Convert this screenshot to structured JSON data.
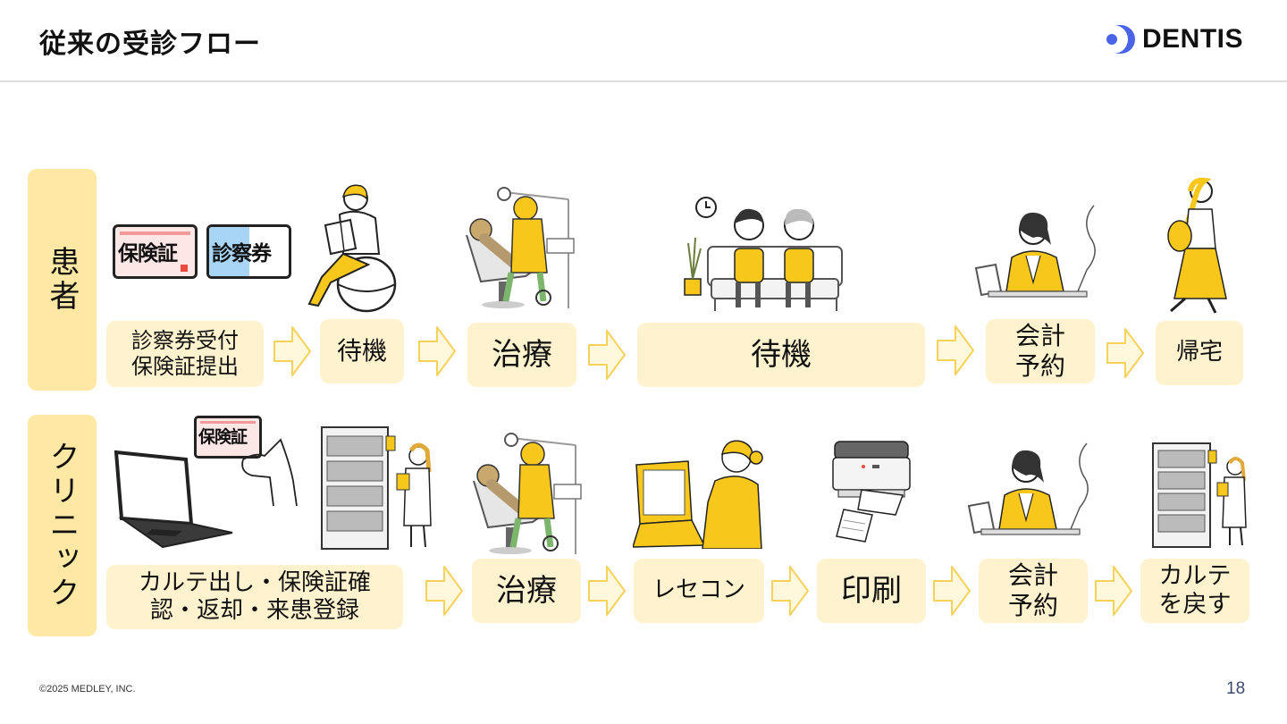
{
  "header": {
    "title": "従来の受診フロー",
    "logo_text": "DENTIS"
  },
  "patient_row": {
    "label": "患者",
    "steps": [
      "診察券受付\n保険証提出",
      "待機",
      "治療",
      "待機",
      "会計\n予約",
      "帰宅"
    ]
  },
  "clinic_row": {
    "label": "クリニック",
    "steps": [
      "カルテ出し・保険証確\n認・返却・来患登録",
      "治療",
      "レセコン",
      "印刷",
      "会計\n予約",
      "カルテ\nを戻す"
    ]
  },
  "cards": {
    "insurance": "保険証",
    "consultation": "診察券"
  },
  "icons": [
    "arrow-right-icon",
    "clock-icon",
    "dentis-logo-icon"
  ],
  "colors": {
    "label_bg": "#ffe8a3",
    "step_bg": "#fff3cf",
    "arrow": "#f5d25a",
    "brand_blue": "#4a63e7",
    "illustration_yellow": "#f7c71c"
  },
  "footer": {
    "copyright": "©2025 MEDLEY, INC.",
    "page": "18"
  }
}
